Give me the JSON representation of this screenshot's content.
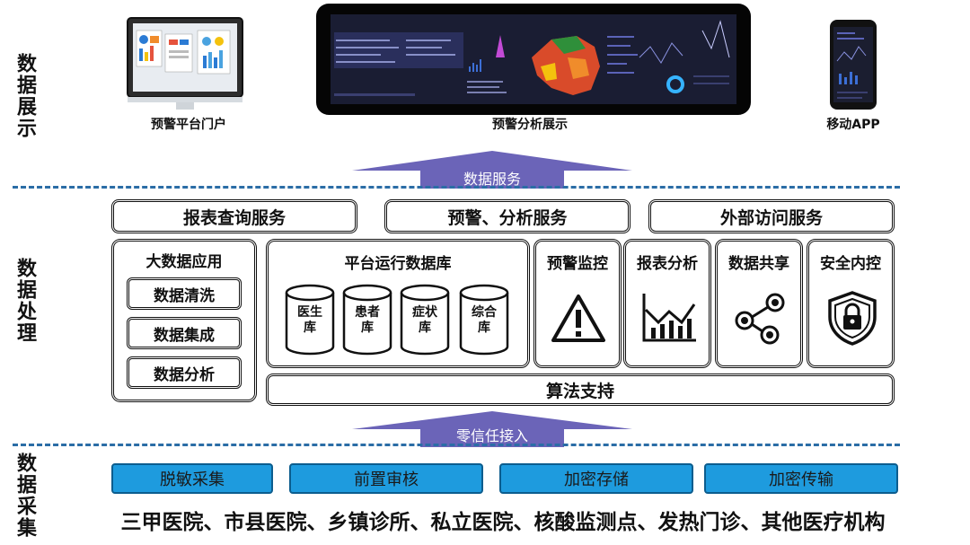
{
  "layers": {
    "display": "数据展示",
    "processing": "数据处理",
    "collection": "数据采集"
  },
  "display": {
    "portal_caption": "预警平台门户",
    "dashboard_caption": "预警分析展示",
    "mobile_caption": "移动APP"
  },
  "arrows": {
    "top": "数据服务",
    "bottom": "零信任接入"
  },
  "services": [
    "报表查询服务",
    "预警、分析服务",
    "外部访问服务"
  ],
  "big_data": {
    "title": "大数据应用",
    "items": [
      "数据清洗",
      "数据集成",
      "数据分析"
    ]
  },
  "platform_db": {
    "title": "平台运行数据库",
    "databases": [
      "医生\n库",
      "患者\n库",
      "症状\n库",
      "综合\n库"
    ]
  },
  "modules": [
    {
      "title": "预警监控",
      "icon": "warning-icon"
    },
    {
      "title": "报表分析",
      "icon": "chart-icon"
    },
    {
      "title": "数据共享",
      "icon": "share-icon"
    },
    {
      "title": "安全内控",
      "icon": "shield-lock-icon"
    }
  ],
  "algorithm": "算法支持",
  "collection": {
    "items": [
      "脱敏采集",
      "前置审核",
      "加密存储",
      "加密传输"
    ],
    "sources": "三甲医院、市县医院、乡镇诊所、私立医院、核酸监测点、发热门诊、其他医疗机构"
  },
  "colors": {
    "accent_blue": "#1e9bde",
    "arrow_purple": "#6b64b8",
    "dashed_line": "#2b6da6"
  }
}
